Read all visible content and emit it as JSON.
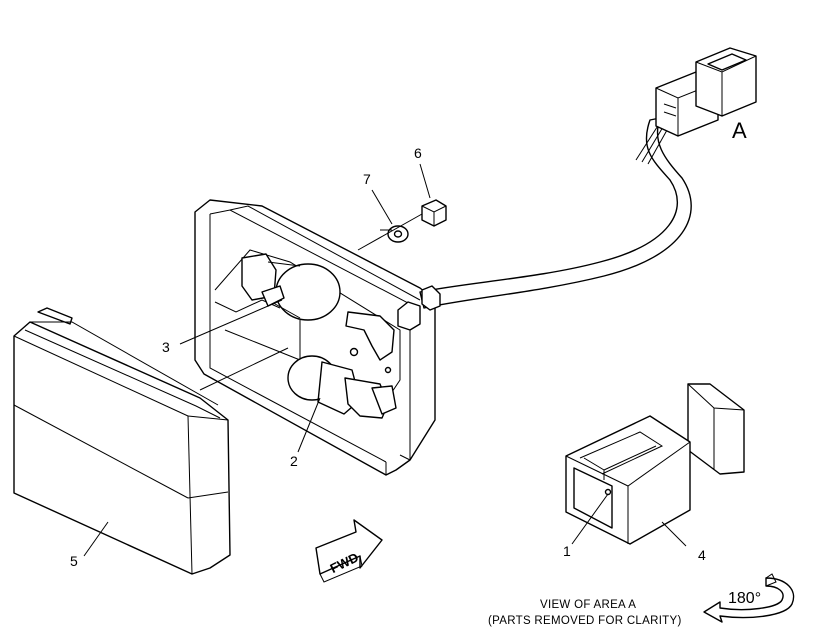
{
  "callouts": {
    "c1": "1",
    "c2": "2",
    "c3": "3",
    "c4": "4",
    "c5": "5",
    "c6": "6",
    "c7": "7"
  },
  "area_label": "A",
  "view_caption": {
    "line1": "VIEW OF AREA  A",
    "line2": "(PARTS REMOVED FOR CLARITY)"
  },
  "rotation_label": "180°",
  "direction_label": "FWD",
  "colors": {
    "line": "#000000",
    "background": "#ffffff"
  }
}
